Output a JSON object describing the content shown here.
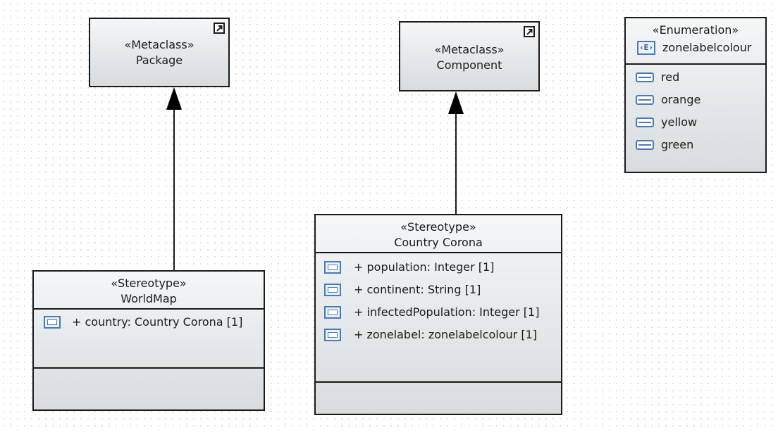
{
  "metaclass_package": {
    "stereotype": "«Metaclass»",
    "name": "Package"
  },
  "metaclass_component": {
    "stereotype": "«Metaclass»",
    "name": "Component"
  },
  "enumeration": {
    "stereotype": "«Enumeration»",
    "icon_glyph": "‹E›",
    "name": "zonelabelcolour",
    "literals": [
      "red",
      "orange",
      "yellow",
      "green"
    ]
  },
  "worldmap": {
    "stereotype": "«Stereotype»",
    "name": "WorldMap",
    "attributes": [
      "+ country: Country Corona [1]"
    ]
  },
  "country_corona": {
    "stereotype": "«Stereotype»",
    "name": "Country Corona",
    "attributes": [
      "+ population: Integer [1]",
      "+ continent: String [1]",
      "+ infectedPopulation: Integer [1]",
      "+ zonelabel: zonelabelcolour [1]"
    ]
  },
  "icons": {
    "shortcut": "shortcut-arrow-icon",
    "attribute": "attribute-icon",
    "enum_literal": "enumeration-literal-icon",
    "enumeration": "enumeration-icon"
  },
  "colors": {
    "line": "#1a1a1a",
    "icon": "#4a7ab7"
  }
}
